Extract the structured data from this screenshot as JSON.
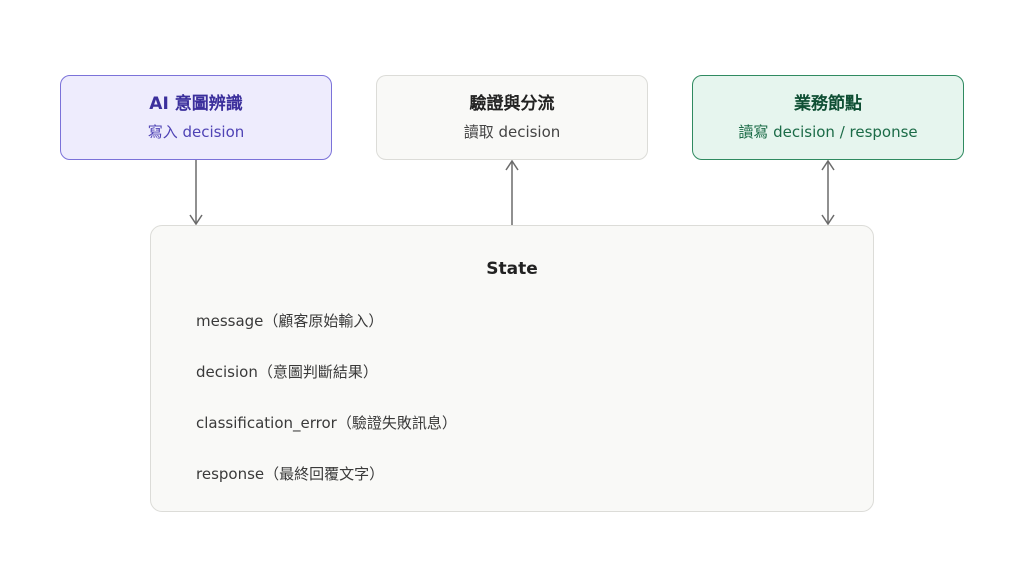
{
  "nodes": {
    "ai": {
      "title": "AI 意圖辨識",
      "subtitle": "寫入 decision"
    },
    "validate": {
      "title": "驗證與分流",
      "subtitle": "讀取 decision"
    },
    "business": {
      "title": "業務節點",
      "subtitle": "讀寫 decision / response"
    }
  },
  "state": {
    "title": "State",
    "fields": [
      "message（顧客原始輸入）",
      "decision（意圖判斷結果）",
      "classification_error（驗證失敗訊息）",
      "response（最終回覆文字）"
    ]
  },
  "edges": [
    {
      "from": "ai",
      "to": "state",
      "direction": "down"
    },
    {
      "from": "state",
      "to": "validate",
      "direction": "up"
    },
    {
      "from": "business",
      "to": "state",
      "direction": "both"
    }
  ],
  "colors": {
    "ai_fill": "#eeecfd",
    "ai_border": "#7b72d9",
    "business_fill": "#e6f5ee",
    "business_border": "#2f8a60",
    "neutral_fill": "#f9f9f7",
    "arrow": "#6b6b6b"
  }
}
